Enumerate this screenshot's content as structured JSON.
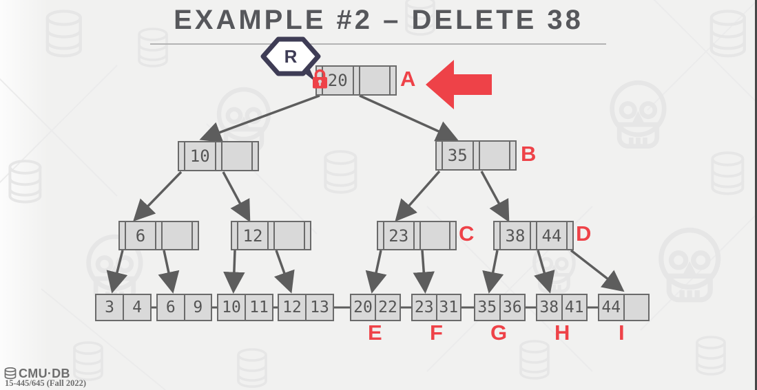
{
  "slide": {
    "title": "EXAMPLE #2 – DELETE 38",
    "footer": {
      "logo_text": "CMU·DB",
      "course": "15-445/645 (Fall 2022)"
    }
  },
  "badge": {
    "text": "R"
  },
  "icons": {
    "lock": "red-padlock-on-root",
    "callout": "red-left-arrow-pointing-at-root",
    "badge_shape": "navy-hexagon-with-tail",
    "watermarks": [
      "skull",
      "database-cylinder"
    ]
  },
  "colors": {
    "accent_red": "#ee4248",
    "navy": "#3e3c55",
    "node_fill": "#d9d9d9",
    "node_border": "#6a6a6a",
    "edge": "#5d5d5d",
    "title_text": "#56575b",
    "background": "#f1f1f0"
  },
  "tree": {
    "root": {
      "key1": "20",
      "key2": "",
      "label": "A"
    },
    "level2": [
      {
        "key1": "10",
        "key2": "",
        "label": ""
      },
      {
        "key1": "35",
        "key2": "",
        "label": "B"
      }
    ],
    "level3": [
      {
        "key1": "6",
        "key2": "",
        "label": ""
      },
      {
        "key1": "12",
        "key2": "",
        "label": ""
      },
      {
        "key1": "23",
        "key2": "",
        "label": "C"
      },
      {
        "key1": "38",
        "key2": "44",
        "label": "D"
      }
    ],
    "leaves": [
      {
        "key1": "3",
        "key2": "4",
        "label": ""
      },
      {
        "key1": "6",
        "key2": "9",
        "label": ""
      },
      {
        "key1": "10",
        "key2": "11",
        "label": ""
      },
      {
        "key1": "12",
        "key2": "13",
        "label": ""
      },
      {
        "key1": "20",
        "key2": "22",
        "label": "E"
      },
      {
        "key1": "23",
        "key2": "31",
        "label": "F"
      },
      {
        "key1": "35",
        "key2": "36",
        "label": "G"
      },
      {
        "key1": "38",
        "key2": "41",
        "label": "H"
      },
      {
        "key1": "44",
        "key2": "",
        "label": "I"
      }
    ]
  }
}
